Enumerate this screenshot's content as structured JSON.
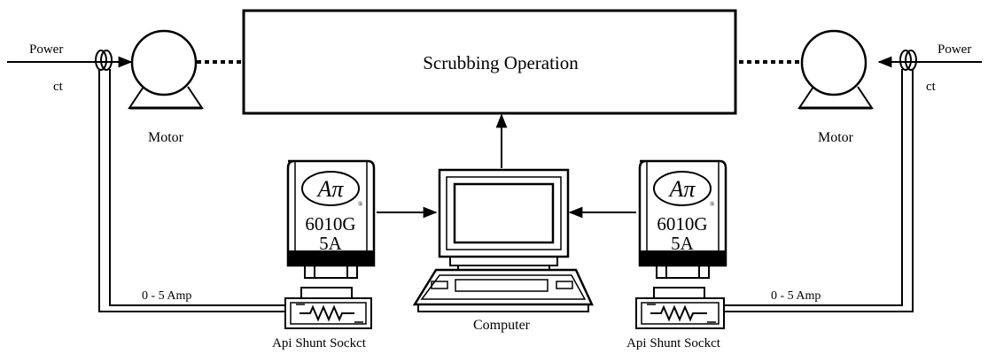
{
  "process": {
    "label": "Scrubbing Operation"
  },
  "left": {
    "power_label": "Power",
    "ct_label": "ct",
    "motor_label": "Motor",
    "module": {
      "model": "6010G",
      "rating": "5A"
    },
    "current_label": "0 - 5 Amp",
    "shunt_label": "Api Shunt Sockct"
  },
  "right": {
    "power_label": "Power",
    "ct_label": "ct",
    "motor_label": "Motor",
    "module": {
      "model": "6010G",
      "rating": "5A"
    },
    "current_label": "0 - 5 Amp",
    "shunt_label": "Api Shunt Sockct"
  },
  "computer": {
    "label": "Computer"
  },
  "logo": {
    "text": "Aπ"
  }
}
